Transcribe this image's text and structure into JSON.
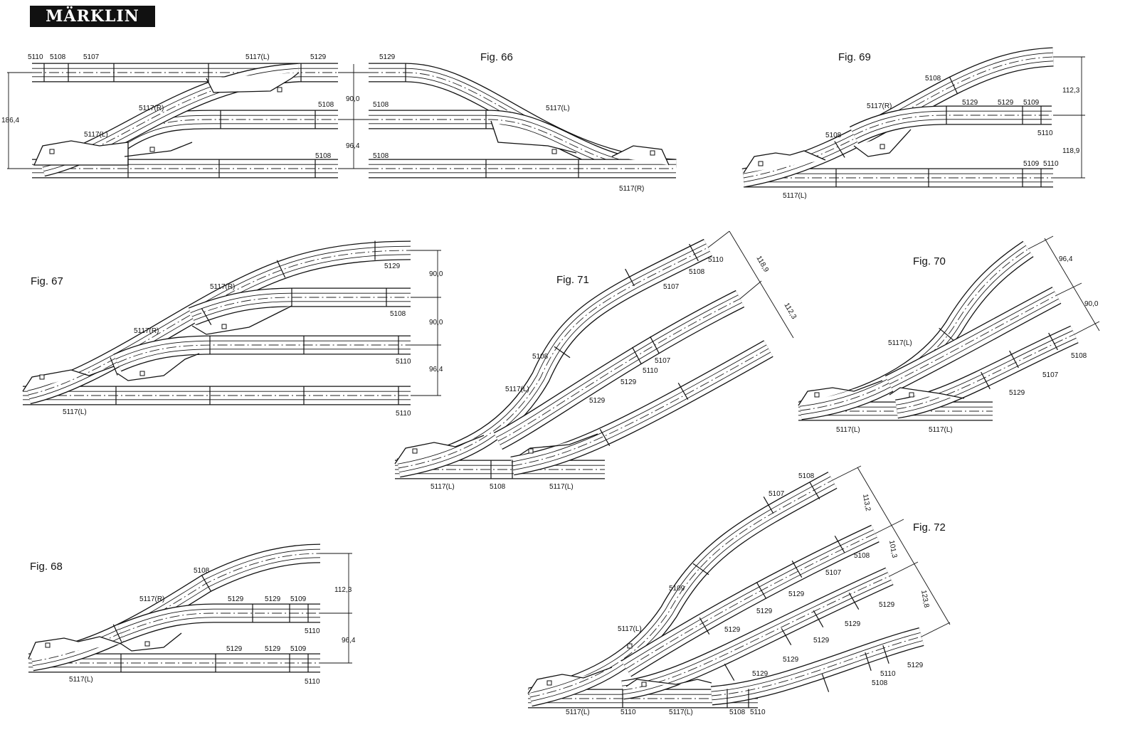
{
  "brand": "MÄRKLIN",
  "figures": {
    "fig66": {
      "title": "Fig. 66",
      "labels": [
        "5110",
        "5108",
        "5107",
        "5117(L)",
        "5129",
        "5129",
        "5117(R)",
        "5108",
        "5108",
        "5117(L)",
        "5117(L)",
        "5108",
        "5108",
        "5117(R)"
      ],
      "dims": [
        "186,4",
        "90,0",
        "96,4"
      ]
    },
    "fig67": {
      "title": "Fig. 67",
      "labels": [
        "5129",
        "5117(R)",
        "5108",
        "5117(R)",
        "5110",
        "5110",
        "5117(L)"
      ],
      "dims": [
        "90,0",
        "90,0",
        "96,4"
      ]
    },
    "fig68": {
      "title": "Fig. 68",
      "labels": [
        "5108",
        "5117(R)",
        "5129",
        "5129",
        "5109",
        "5110",
        "5129",
        "5129",
        "5109",
        "5117(L)",
        "5110"
      ],
      "dims": [
        "112,3",
        "96,4"
      ]
    },
    "fig69": {
      "title": "Fig. 69",
      "labels": [
        "5108",
        "5117(R)",
        "5129",
        "5129",
        "5109",
        "5110",
        "5108",
        "5109",
        "5110",
        "5117(L)"
      ],
      "dims": [
        "112,3",
        "118,9"
      ]
    },
    "fig70": {
      "title": "Fig. 70",
      "labels": [
        "5117(L)",
        "5108",
        "5107",
        "5129",
        "5117(L)",
        "5117(L)"
      ],
      "dims": [
        "96,4",
        "90,0"
      ]
    },
    "fig71": {
      "title": "Fig. 71",
      "labels": [
        "5110",
        "5108",
        "5107",
        "5108",
        "5107",
        "5110",
        "5129",
        "5117(L)",
        "5129",
        "5117(L)",
        "5108",
        "5117(L)"
      ],
      "dims": [
        "118,9",
        "112,3"
      ]
    },
    "fig72": {
      "title": "Fig. 72",
      "labels": [
        "5108",
        "5107",
        "5108",
        "5107",
        "5109",
        "5129",
        "5129",
        "5117(L)",
        "5129",
        "5129",
        "5129",
        "5129",
        "5129",
        "5129",
        "5129",
        "5110",
        "5108",
        "5117(L)",
        "5110",
        "5117(L)",
        "5108",
        "5110"
      ],
      "dims": [
        "113,2",
        "101,3",
        "123,8"
      ]
    }
  }
}
